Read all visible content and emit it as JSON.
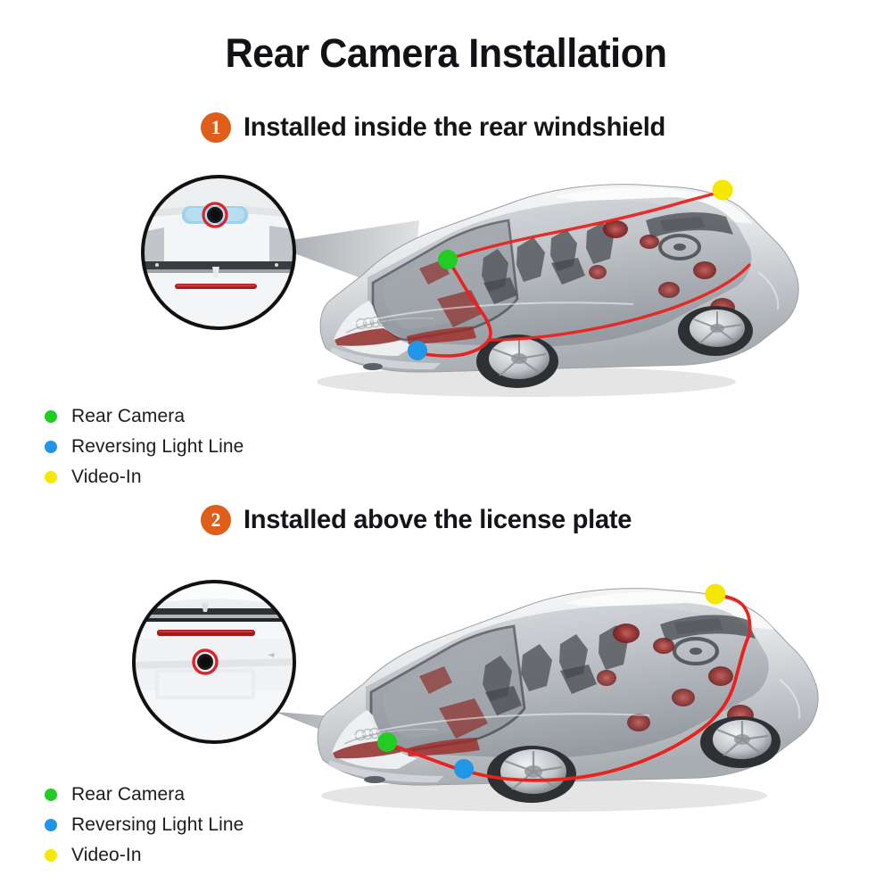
{
  "page": {
    "title": "Rear Camera Installation",
    "background": "#ffffff"
  },
  "colors": {
    "accent_orange": "#DE5E1A",
    "text_dark": "#141518",
    "rear_camera": "#22CC22",
    "reversing_light_line": "#2196E8",
    "video_in": "#F5E800",
    "wire_red": "#E8231F",
    "callout_ring": "#111111",
    "highlight_ring": "#D8242A",
    "car_body": "#DCDEE0",
    "glass_tint": "#9BA0A6"
  },
  "steps": [
    {
      "number": "1",
      "label": "Installed inside the rear windshield",
      "callout": {
        "name": "rear-windshield-detail",
        "description": "Close-up of rear windshield interior with rearview mirror and camera highlighted"
      },
      "markers": [
        {
          "type": "rear-camera",
          "color": "#22CC22",
          "label": "Rear Camera"
        },
        {
          "type": "reversing-light-line",
          "color": "#2196E8",
          "label": "Reversing Light Line"
        },
        {
          "type": "video-in",
          "color": "#F5E800",
          "label": "Video-In"
        }
      ]
    },
    {
      "number": "2",
      "label": "Installed above the license plate",
      "callout": {
        "name": "license-plate-detail",
        "description": "Close-up of trunk lid above license plate with camera highlighted"
      },
      "markers": [
        {
          "type": "rear-camera",
          "color": "#22CC22",
          "label": "Rear Camera"
        },
        {
          "type": "reversing-light-line",
          "color": "#2196E8",
          "label": "Reversing Light Line"
        },
        {
          "type": "video-in",
          "color": "#F5E800",
          "label": "Video-In"
        }
      ]
    }
  ],
  "legend": {
    "items": [
      {
        "color": "#22CC22",
        "label": "Rear Camera"
      },
      {
        "color": "#2196E8",
        "label": "Reversing Light Line"
      },
      {
        "color": "#F5E800",
        "label": "Video-In"
      }
    ]
  }
}
